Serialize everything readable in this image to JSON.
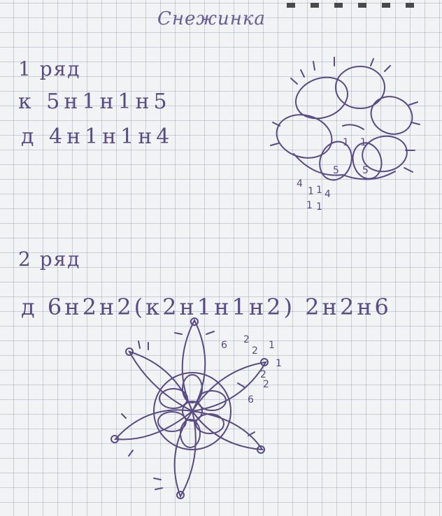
{
  "title": "Снежинка",
  "row1": {
    "heading": "1 ряд",
    "line_k": "к 5н1н1н5",
    "line_d": "д 4н1н1н4",
    "diagram_labels": [
      "1",
      "1",
      "5",
      "5",
      "4",
      "1",
      "1",
      "4",
      "1",
      "1"
    ]
  },
  "row2": {
    "heading": "2 ряд",
    "line_d": "д 6н2н2(к2н1н1н2) 2н2н6",
    "diagram_labels": [
      "6",
      "2",
      "2",
      "1",
      "1",
      "2",
      "2",
      "6"
    ]
  },
  "colors": {
    "ink": "#5a4a86",
    "paper": "#f1f3f5",
    "grid": "#8aa0bf"
  }
}
